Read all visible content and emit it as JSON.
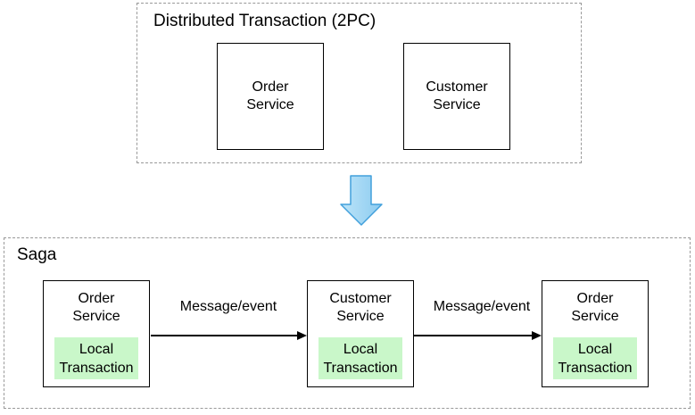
{
  "colors": {
    "group_dashed_border": "#999999",
    "service_box_border": "#000000",
    "local_transaction_fill": "#c9f7c9",
    "down_arrow_fill_light": "#bce4f8",
    "down_arrow_fill_dark": "#8ccbf0",
    "down_arrow_stroke": "#42a0dc",
    "text": "#000000"
  },
  "twopc": {
    "title": "Distributed Transaction (2PC)",
    "services": [
      {
        "label": "Order\nService"
      },
      {
        "label": "Customer\nService"
      }
    ]
  },
  "transition": {
    "icon": "down-block-arrow"
  },
  "saga": {
    "title": "Saga",
    "steps": [
      {
        "service": "Order\nService",
        "inner": "Local\nTransaction"
      },
      {
        "service": "Customer\nService",
        "inner": "Local\nTransaction"
      },
      {
        "service": "Order\nService",
        "inner": "Local\nTransaction"
      }
    ],
    "arrows": [
      {
        "label": "Message/event"
      },
      {
        "label": "Message/event"
      }
    ]
  }
}
